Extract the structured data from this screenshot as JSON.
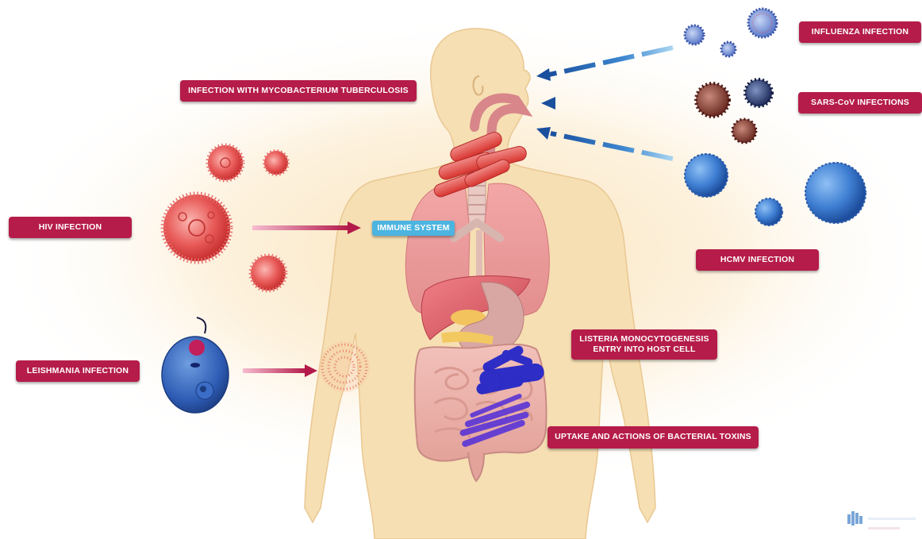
{
  "labels": {
    "influenza": "INFLUENZA INFECTION",
    "sars": "SARS-CoV INFECTIONS",
    "hcmv": "HCMV INFECTION",
    "tuberculosis": "INFECTION WITH MYCOBACTERIUM TUBERCULOSIS",
    "hiv": "HIV INFECTION",
    "immune": "IMMUNE SYSTEM",
    "leishmania": "LEISHMANIA INFECTION",
    "listeria_line1": "LISTERIA MONOCYTOGENESIS",
    "listeria_line2": "ENTRY INTO HOST CELL",
    "toxins": "UPTAKE AND ACTIONS OF BACTERIAL TOXINS"
  },
  "colors": {
    "label_red": "#b51c4a",
    "label_blue": "#4cb4e0",
    "body_skin": "#f6dfb3",
    "arrow_blue": "#1a5aa8",
    "arrow_pink": "#c21d52"
  }
}
